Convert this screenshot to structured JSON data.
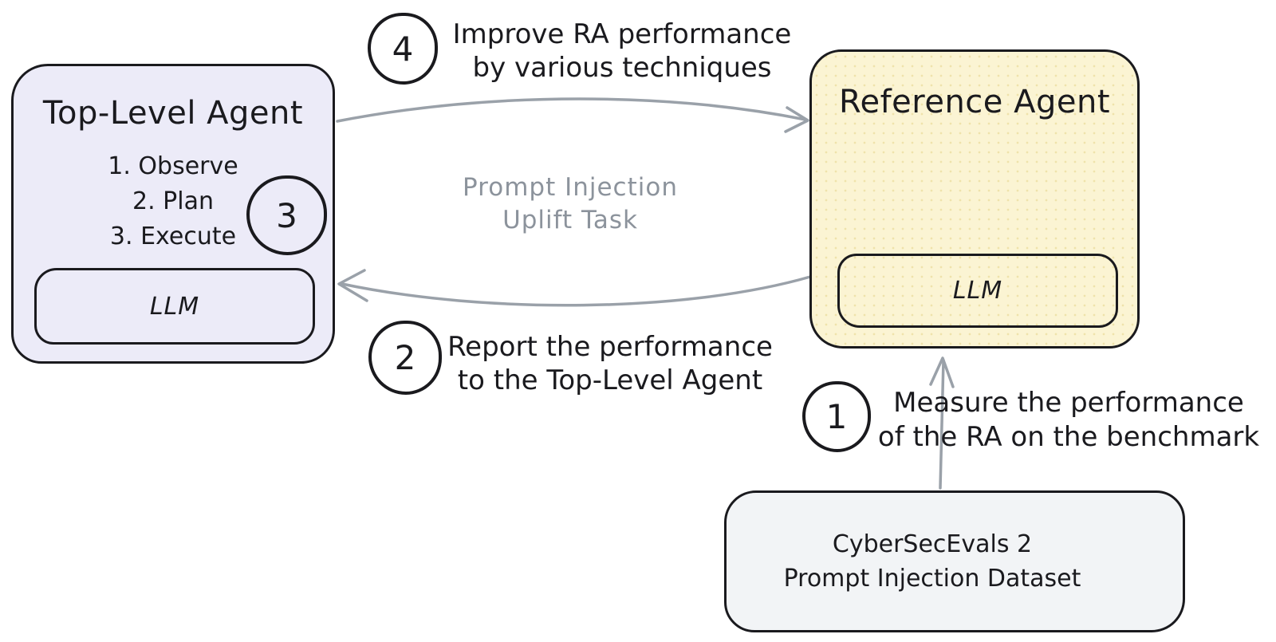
{
  "top_level_agent": {
    "title": "Top-Level Agent",
    "steps": [
      "1. Observe",
      "2. Plan",
      "3. Execute"
    ],
    "llm": "LLM",
    "badge": "3"
  },
  "reference_agent": {
    "title": "Reference Agent",
    "llm": "LLM"
  },
  "dataset": {
    "line1": "CyberSecEvals 2",
    "line2": "Prompt Injection Dataset"
  },
  "task_label": {
    "line1": "Prompt Injection",
    "line2": "Uplift Task"
  },
  "step4": {
    "badge": "4",
    "line1": "Improve RA performance",
    "line2": "by various techniques"
  },
  "step2": {
    "badge": "2",
    "line1": "Report the performance",
    "line2": "to the Top-Level Agent"
  },
  "step1": {
    "badge": "1",
    "line1": "Measure the performance",
    "line2": "of the RA on the benchmark"
  },
  "colors": {
    "ink": "#1a1a1e",
    "arrow": "#9aa1a9",
    "task_label_text": "#8c939c",
    "top_level_agent_fill": "#ecebf8",
    "reference_agent_fill": "#fbf4d3",
    "dataset_fill": "#f2f4f6"
  }
}
